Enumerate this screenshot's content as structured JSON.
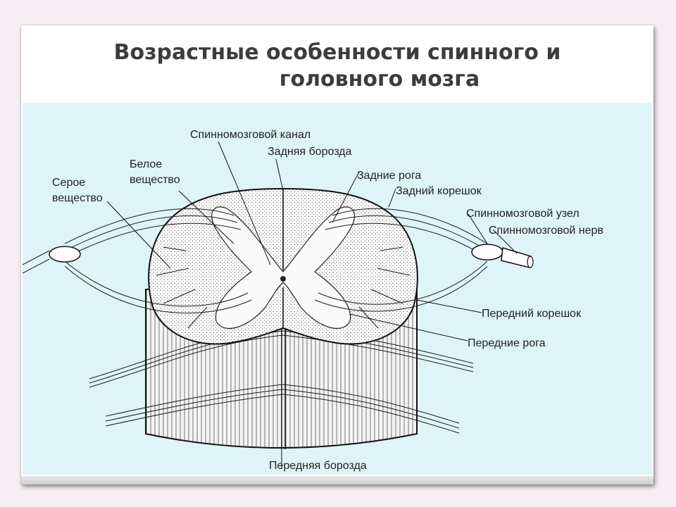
{
  "title": {
    "line1": "Возрастные особенности спинного и",
    "line2": "головного мозга"
  },
  "labels": {
    "spinal_canal": "Спинномозговой канал",
    "posterior_sulcus": "Задняя борозда",
    "white_matter_1": "Белое",
    "white_matter_2": "вещество",
    "grey_matter_1": "Серое",
    "grey_matter_2": "вещество",
    "posterior_horns": "Задние рога",
    "posterior_root": "Задний корешок",
    "spinal_ganglion": "Спинномозговой узел",
    "spinal_nerve": "Спинномозговой нерв",
    "anterior_root": "Передний корешок",
    "anterior_horns": "Передние рога",
    "anterior_fissure": "Передняя борозда"
  },
  "colors": {
    "figure_background": "#dff4f6",
    "slide_background": "#f5eef2",
    "title_text": "#3e3a3e"
  }
}
